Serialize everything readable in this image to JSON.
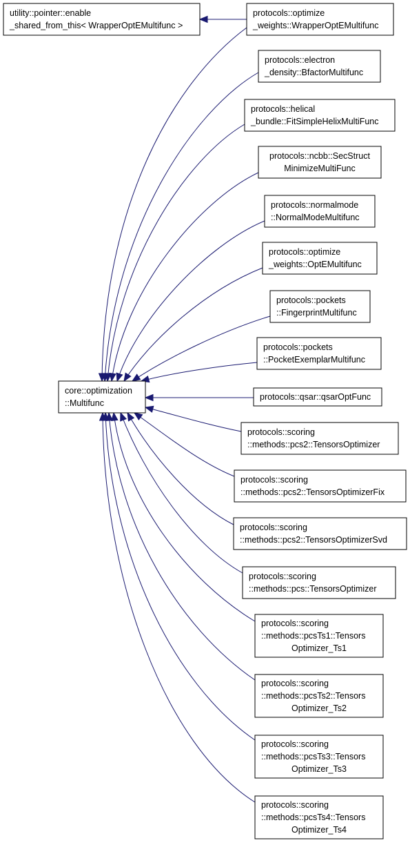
{
  "diagram": {
    "nodes": [
      {
        "id": "base_utility",
        "lines": [
          "utility::pointer::enable",
          "_shared_from_this< WrapperOptEMultifunc >"
        ],
        "align": "start"
      },
      {
        "id": "wrapper_opte",
        "lines": [
          "protocols::optimize",
          "_weights::WrapperOptEMultifunc"
        ],
        "align": "start"
      },
      {
        "id": "core_multifunc",
        "lines": [
          "core::optimization",
          "::Multifunc"
        ],
        "align": "start"
      },
      {
        "id": "bfactor",
        "lines": [
          "protocols::electron",
          "_density::BfactorMultifunc"
        ],
        "align": "start"
      },
      {
        "id": "helix",
        "lines": [
          "protocols::helical",
          "_bundle::FitSimpleHelixMultiFunc"
        ],
        "align": "start"
      },
      {
        "id": "secstruct",
        "lines": [
          "protocols::ncbb::SecStruct",
          "MinimizeMultiFunc"
        ],
        "align": "middle"
      },
      {
        "id": "normalmode",
        "lines": [
          "protocols::normalmode",
          "::NormalModeMultifunc"
        ],
        "align": "start"
      },
      {
        "id": "opte",
        "lines": [
          "protocols::optimize",
          "_weights::OptEMultifunc"
        ],
        "align": "start"
      },
      {
        "id": "fingerprint",
        "lines": [
          "protocols::pockets",
          "::FingerprintMultifunc"
        ],
        "align": "start"
      },
      {
        "id": "pocketexemplar",
        "lines": [
          "protocols::pockets",
          "::PocketExemplarMultifunc"
        ],
        "align": "start"
      },
      {
        "id": "qsar",
        "lines": [
          "protocols::qsar::qsarOptFunc"
        ],
        "align": "start"
      },
      {
        "id": "pcs2_opt",
        "lines": [
          "protocols::scoring",
          "::methods::pcs2::TensorsOptimizer"
        ],
        "align": "start"
      },
      {
        "id": "pcs2_fix",
        "lines": [
          "protocols::scoring",
          "::methods::pcs2::TensorsOptimizerFix"
        ],
        "align": "start"
      },
      {
        "id": "pcs2_svd",
        "lines": [
          "protocols::scoring",
          "::methods::pcs2::TensorsOptimizerSvd"
        ],
        "align": "start"
      },
      {
        "id": "pcs_opt",
        "lines": [
          "protocols::scoring",
          "::methods::pcs::TensorsOptimizer"
        ],
        "align": "start"
      },
      {
        "id": "pcsts1",
        "lines": [
          "protocols::scoring",
          "::methods::pcsTs1::Tensors",
          "Optimizer_Ts1"
        ],
        "align": "start-last-middle"
      },
      {
        "id": "pcsts2",
        "lines": [
          "protocols::scoring",
          "::methods::pcsTs2::Tensors",
          "Optimizer_Ts2"
        ],
        "align": "start-last-middle"
      },
      {
        "id": "pcsts3",
        "lines": [
          "protocols::scoring",
          "::methods::pcsTs3::Tensors",
          "Optimizer_Ts3"
        ],
        "align": "start-last-middle"
      },
      {
        "id": "pcsts4",
        "lines": [
          "protocols::scoring",
          "::methods::pcsTs4::Tensors",
          "Optimizer_Ts4"
        ],
        "align": "start-last-middle"
      }
    ],
    "edges": [
      {
        "from": "wrapper_opte",
        "to": "base_utility"
      },
      {
        "from": "wrapper_opte",
        "to": "core_multifunc"
      },
      {
        "from": "bfactor",
        "to": "core_multifunc"
      },
      {
        "from": "helix",
        "to": "core_multifunc"
      },
      {
        "from": "secstruct",
        "to": "core_multifunc"
      },
      {
        "from": "normalmode",
        "to": "core_multifunc"
      },
      {
        "from": "opte",
        "to": "core_multifunc"
      },
      {
        "from": "fingerprint",
        "to": "core_multifunc"
      },
      {
        "from": "pocketexemplar",
        "to": "core_multifunc"
      },
      {
        "from": "qsar",
        "to": "core_multifunc"
      },
      {
        "from": "pcs2_opt",
        "to": "core_multifunc"
      },
      {
        "from": "pcs2_fix",
        "to": "core_multifunc"
      },
      {
        "from": "pcs2_svd",
        "to": "core_multifunc"
      },
      {
        "from": "pcs_opt",
        "to": "core_multifunc"
      },
      {
        "from": "pcsts1",
        "to": "core_multifunc"
      },
      {
        "from": "pcsts2",
        "to": "core_multifunc"
      },
      {
        "from": "pcsts3",
        "to": "core_multifunc"
      },
      {
        "from": "pcsts4",
        "to": "core_multifunc"
      }
    ],
    "colors": {
      "edge": "#191970",
      "node_border": "#000000",
      "node_fill": "#ffffff"
    }
  }
}
